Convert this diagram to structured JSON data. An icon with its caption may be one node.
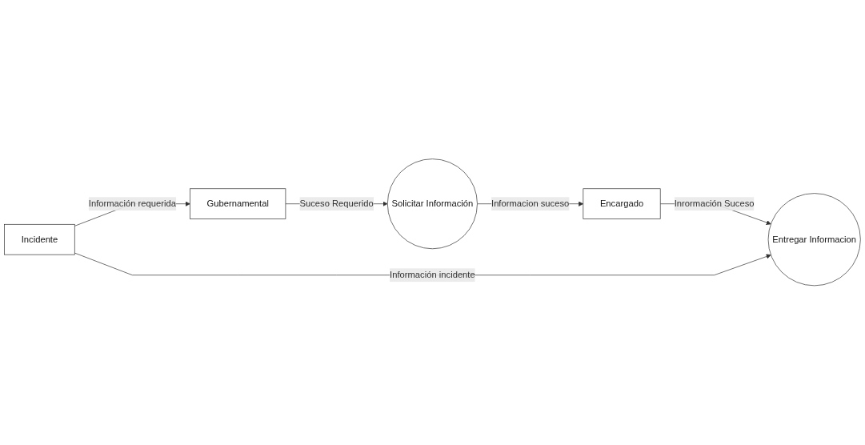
{
  "diagram": {
    "nodes": [
      {
        "text": [
          "Gubernamental"
        ]
      },
      {
        "text": [
          "Solicitar Información"
        ]
      },
      {
        "text": [
          "Encargado"
        ]
      },
      {
        "text": [
          "Entregar Informacion"
        ]
      },
      {
        "text": [
          "Incidente"
        ]
      }
    ],
    "edges": [
      {
        "from": 0,
        "to": 1,
        "label": "Suceso Requerido",
        "arrow": "to"
      },
      {
        "from": 1,
        "to": 2,
        "label": "Informacion suceso",
        "arrow": "to"
      },
      {
        "from": 2,
        "to": 3,
        "label": "Inrormación Suceso",
        "arrow": "to"
      },
      {
        "from": 4,
        "to": 3,
        "label": "Información incidente",
        "arrow": "to"
      },
      {
        "from": 4,
        "to": 0,
        "label": "Información requerida",
        "arrow": "to"
      }
    ]
  }
}
